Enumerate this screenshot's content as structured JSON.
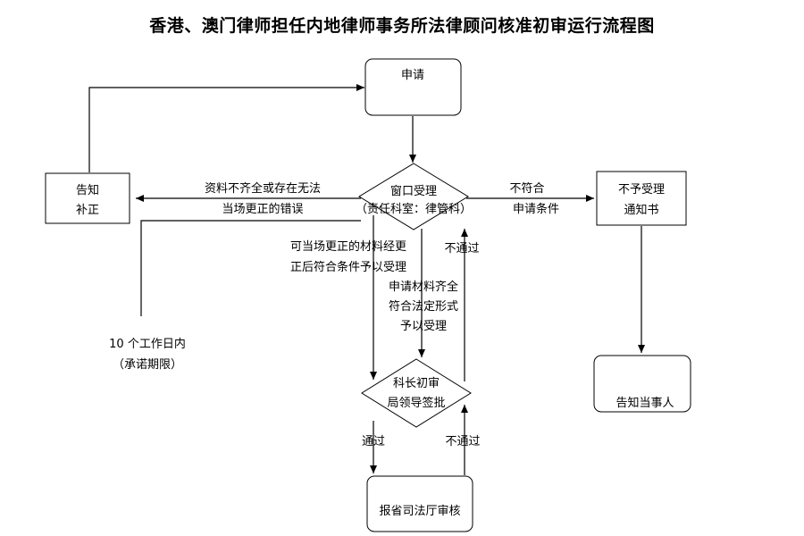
{
  "title": "香港、澳门律师担任内地律师事务所法律顾问核准初审运行流程图",
  "nodes": {
    "apply": [
      "申请"
    ],
    "window": [
      "窗口受理",
      "（责任科室：律管科）"
    ],
    "notify_correct": [
      "告知",
      "补正"
    ],
    "reject_notice": [
      "不予受理",
      "通知书"
    ],
    "notify_party": [
      "告知当事人"
    ],
    "review": [
      "科长初审",
      "局领导签批"
    ],
    "submit": [
      "报省司法厅审核"
    ]
  },
  "edge_labels": {
    "incomplete": [
      "资料不齐全或存在无法",
      "当场更正的错误"
    ],
    "not_qualified": [
      "不符合",
      "申请条件"
    ],
    "corrected": [
      "可当场更正的材料经更",
      "正后符合条件予以受理"
    ],
    "complete": [
      "申请材料齐全",
      "符合法定形式",
      "予以受理"
    ],
    "fail_upper": [
      "不通过"
    ],
    "pass": [
      "通过"
    ],
    "fail_lower": [
      "不通过"
    ],
    "deadline": [
      "10 个工作日内",
      "（承诺期限）"
    ]
  },
  "colors": {
    "stroke": "#000000",
    "fill": "#ffffff",
    "text": "#000000"
  }
}
